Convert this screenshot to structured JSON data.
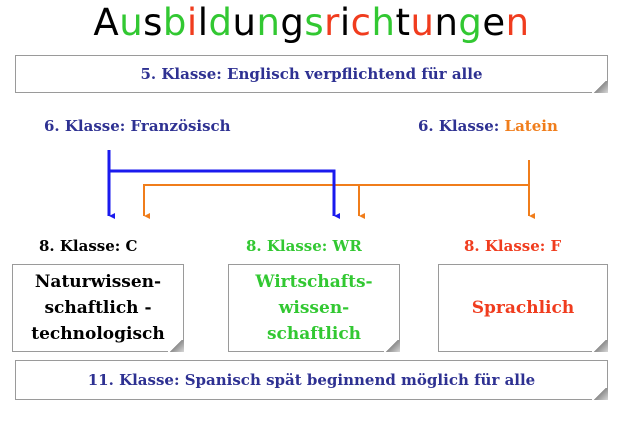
{
  "title": {
    "letters": [
      {
        "ch": "A",
        "color": "#000000"
      },
      {
        "ch": "u",
        "color": "#32c832"
      },
      {
        "ch": "s",
        "color": "#000000"
      },
      {
        "ch": "b",
        "color": "#32c832"
      },
      {
        "ch": "i",
        "color": "#f03c1e"
      },
      {
        "ch": "l",
        "color": "#000000"
      },
      {
        "ch": "d",
        "color": "#32c832"
      },
      {
        "ch": "u",
        "color": "#000000"
      },
      {
        "ch": "n",
        "color": "#32c832"
      },
      {
        "ch": "g",
        "color": "#000000"
      },
      {
        "ch": "s",
        "color": "#32c832"
      },
      {
        "ch": "r",
        "color": "#f03c1e"
      },
      {
        "ch": "i",
        "color": "#000000"
      },
      {
        "ch": "c",
        "color": "#f03c1e"
      },
      {
        "ch": "h",
        "color": "#32c832"
      },
      {
        "ch": "t",
        "color": "#000000"
      },
      {
        "ch": "u",
        "color": "#f03c1e"
      },
      {
        "ch": "n",
        "color": "#000000"
      },
      {
        "ch": "g",
        "color": "#32c832"
      },
      {
        "ch": "e",
        "color": "#000000"
      },
      {
        "ch": "n",
        "color": "#f03c1e"
      }
    ]
  },
  "banner_top": "5. Klasse: Englisch verpflichtend für alle",
  "grade6": {
    "french_prefix": "6. Klasse: Französisch",
    "latin_prefix": "6. Klasse: ",
    "latin_subject": "Latein"
  },
  "grade8": {
    "c": "8. Klasse:  C",
    "wr": "8. Klasse: WR",
    "f": "8. Klasse:  F"
  },
  "boxes": {
    "c": [
      "Naturwissen-",
      "schaftlich -",
      "technologisch"
    ],
    "wr": [
      "Wirtschafts-",
      "wissen-",
      "schaftlich"
    ],
    "f": [
      "Sprachlich"
    ]
  },
  "banner_bottom": "11. Klasse: Spanisch spät beginnend möglich für alle",
  "colors": {
    "navy": "#2e3192",
    "blue_line": "#1a1aee",
    "orange": "#f07d1b",
    "green": "#32c832",
    "red": "#f03c1e"
  }
}
